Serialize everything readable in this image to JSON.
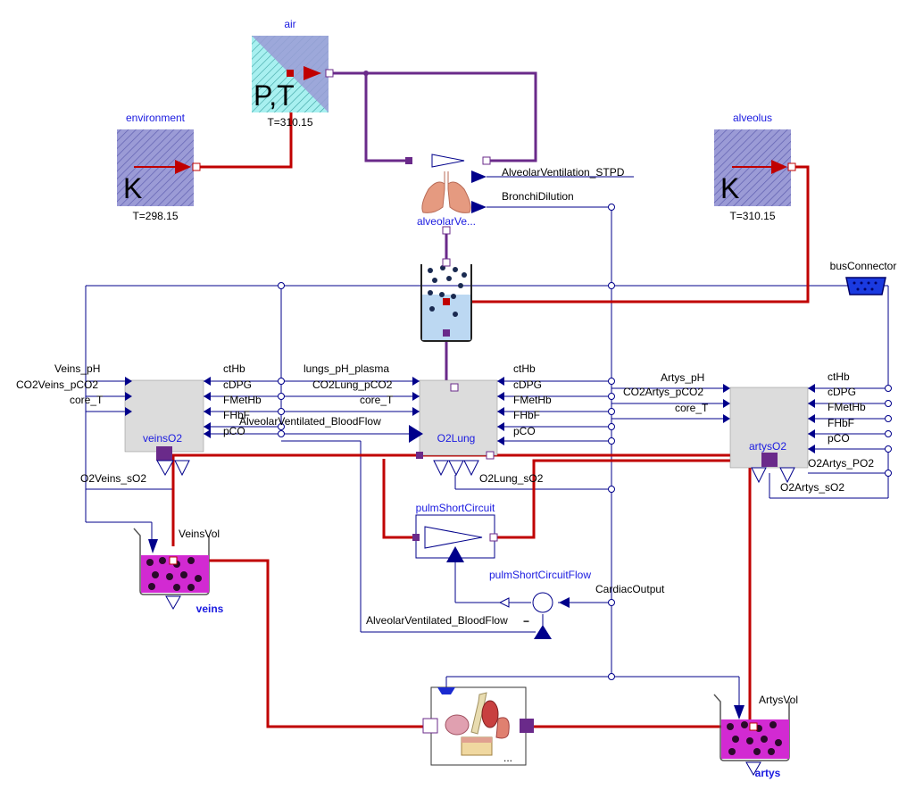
{
  "components": {
    "air": {
      "name": "air",
      "symbol": "P,T",
      "param": "T=310.15"
    },
    "environment": {
      "name": "environment",
      "symbol": "K",
      "param": "T=298.15"
    },
    "alveolus": {
      "name": "alveolus",
      "symbol": "K",
      "param": "T=310.15"
    },
    "alveolar_ventilation": {
      "name": "alveolarVe..."
    },
    "bus_connector": {
      "name": "busConnector"
    },
    "veins_o2": {
      "name": "veinsO2"
    },
    "o2_lung": {
      "name": "O2Lung"
    },
    "artys_o2": {
      "name": "artysO2"
    },
    "pulm_short_circuit": {
      "name": "pulmShortCircuit"
    },
    "pulm_short_circuit_flow": {
      "name": "pulmShortCircuitFlow"
    },
    "veins": {
      "name": "veins"
    },
    "artys": {
      "name": "artys"
    },
    "tissues": {
      "name": "..."
    }
  },
  "signals": {
    "alveolar_ventilation_stpd": "AlveolarVentilation_STPD",
    "bronchi_dilution": "BronchiDilution",
    "veins_ph": "Veins_pH",
    "co2_veins_pco2": "CO2Veins_pCO2",
    "core_t_left": "core_T",
    "ctHb_1": "ctHb",
    "cDPG_1": "cDPG",
    "FMetHb_1": "FMetHb",
    "FHbF_1": "FHbF",
    "pCO_1": "pCO",
    "lungs_ph_plasma": "lungs_pH_plasma",
    "co2_lung_pco2": "CO2Lung_pCO2",
    "core_t_mid": "core_T",
    "alveolar_ventilated_blood_flow": "AlveolarVentilated_BloodFlow",
    "ctHb_2": "ctHb",
    "cDPG_2": "cDPG",
    "FMetHb_2": "FMetHb",
    "FHbF_2": "FHbF",
    "pCO_2": "pCO",
    "artys_ph": "Artys_pH",
    "co2_artys_pco2": "CO2Artys_pCO2",
    "core_t_right": "core_T",
    "ctHb_3": "ctHb",
    "cDPG_3": "cDPG",
    "FMetHb_3": "FMetHb",
    "FHbF_3": "FHbF",
    "pCO_3": "pCO",
    "o2_artys_po2": "O2Artys_PO2",
    "o2_artys_so2": "O2Artys_sO2",
    "o2_veins_so2": "O2Veins_sO2",
    "o2_lung_so2": "O2Lung_sO2",
    "veins_vol": "VeinsVol",
    "artys_vol": "ArtysVol",
    "cardiac_output": "CardiacOutput",
    "alveolar_ventilated_blood_flow_2": "AlveolarVentilated_BloodFlow",
    "minus_sign": "−"
  },
  "colors": {
    "signal": "#00008b",
    "blood_flow": "#c00000",
    "gas_flow": "#6a2a8a",
    "gray_block": "#dcdcdc",
    "hatch": "#7b7bc8",
    "magenta": "#d22ad2"
  }
}
